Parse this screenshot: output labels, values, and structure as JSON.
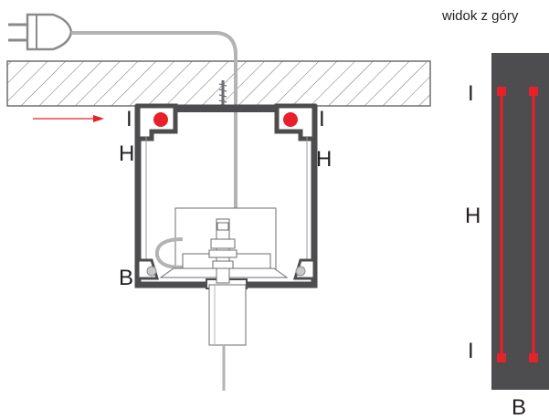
{
  "top_view_title": "widok z góry",
  "side_labels": {
    "left_top": "I",
    "right_top": "I",
    "left_mid": "H",
    "right_mid": "H",
    "bottom_left": "B"
  },
  "top_view_labels": {
    "top": "I",
    "mid": "H",
    "bottom": "I",
    "base": "B"
  },
  "colors": {
    "profile_dark": "#4d4d4f",
    "accent_red": "#e8202a",
    "hatch": "#6d6e71",
    "cable_gray": "#b3b3b3",
    "outline": "#58595b"
  },
  "icons": [
    "plug-icon",
    "arrow-right-icon"
  ]
}
